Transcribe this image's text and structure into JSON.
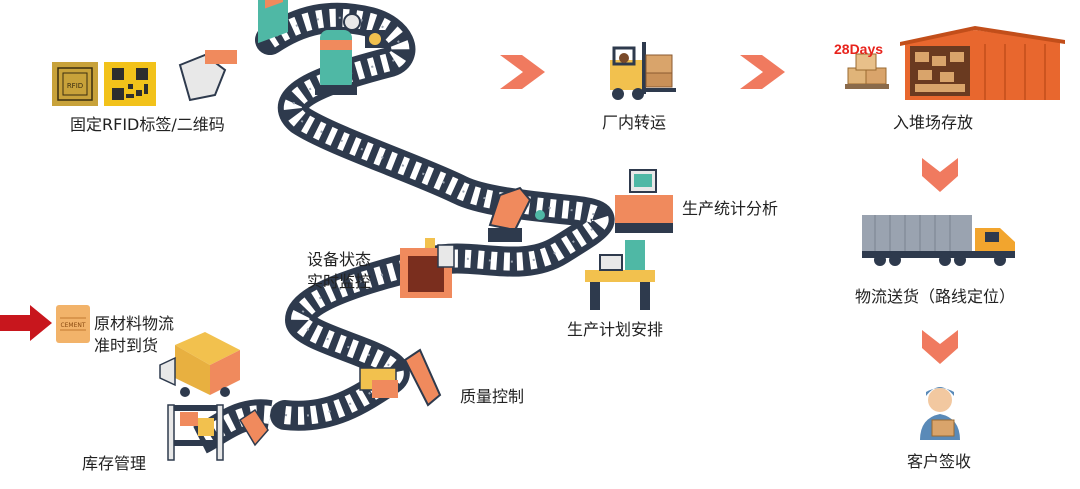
{
  "labels": {
    "rfid": "固定RFID标签/二维码",
    "inplant": "厂内转运",
    "storage": "入堆场存放",
    "stats": "生产统计分析",
    "monitor": "设备状态\n实时监控",
    "plan": "生产计划安排",
    "raw": "原材料物流\n准时到货",
    "quality": "质量控制",
    "inventory": "库存管理",
    "logistics": "物流送货（路线定位）",
    "signoff": "客户签收",
    "days": "28Days",
    "rfid_tag": "RFID",
    "bag": "CEMENT"
  },
  "colors": {
    "arrow": "#f07a5f",
    "arrow_red": "#c8161d",
    "belt": "#2e3a4d",
    "teal": "#4fb8a5",
    "orange": "#f08a5d",
    "warehouse": "#e8672e",
    "yellow": "#f2c14e"
  }
}
